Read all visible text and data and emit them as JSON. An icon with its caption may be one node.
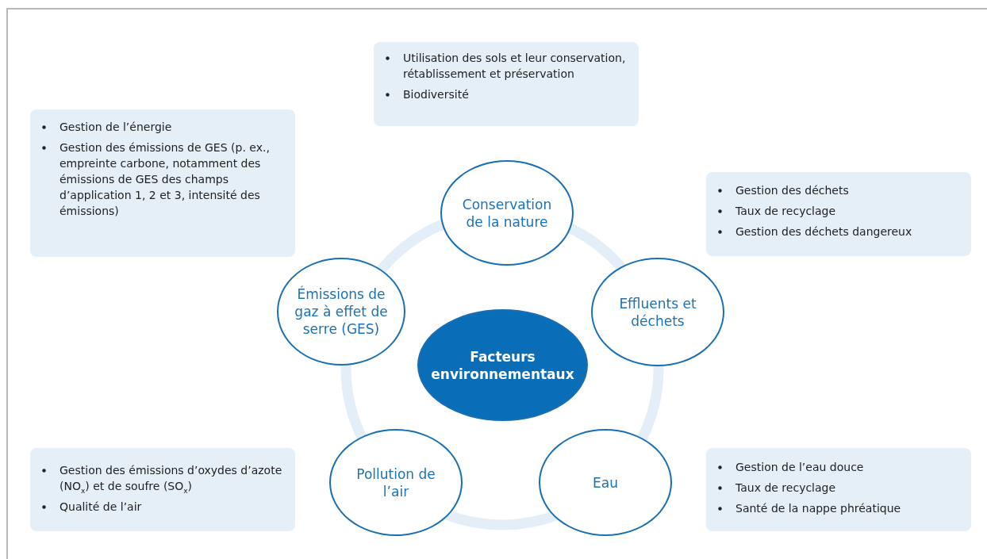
{
  "diagram": {
    "nodes": [
      {
        "text": [
          "Utilisation des sols et leur conservation, rétablissement et préservation",
          "Biodiversité"
        ]
      },
      {
        "text": [
          "Gestion de l’énergie",
          "Gestion des émissions de GES (p. ex., empreinte carbone, notamment des émissions de GES des champs d’application 1, 2 et 3, intensité des émissions)"
        ]
      },
      {
        "text": [
          "Conservation de la nature"
        ]
      },
      {
        "text": [
          "Gestion des déchets",
          "Taux de recyclage",
          "Gestion des déchets dangereux"
        ]
      },
      {
        "text": [
          "Émissions de gaz à effet de serre (GES)"
        ]
      },
      {
        "text": [
          "Effluents et déchets"
        ]
      },
      {
        "text": [
          "Facteurs environnementaux"
        ]
      },
      {
        "text": [
          "Gestion des émissions d’oxydes d’azote (NO$_{x}$) et de soufre (SO$_{x}$)",
          "Qualité de l’air"
        ]
      },
      {
        "text": [
          "Pollution de l’air"
        ]
      },
      {
        "text": [
          "Eau"
        ]
      },
      {
        "text": [
          "Gestion de l’eau douce",
          "Taux de recyclage",
          "Santé de la nappe phréatique"
        ]
      }
    ]
  }
}
